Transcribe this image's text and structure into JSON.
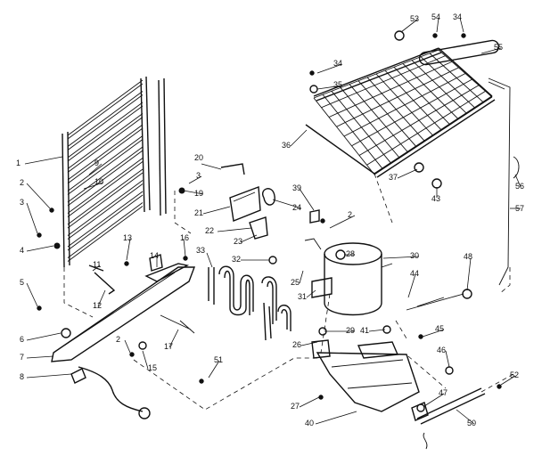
{
  "callouts": [
    {
      "id": "c1",
      "label": "1"
    },
    {
      "id": "c2a",
      "label": "2"
    },
    {
      "id": "c3a",
      "label": "3"
    },
    {
      "id": "c4",
      "label": "4"
    },
    {
      "id": "c5",
      "label": "5"
    },
    {
      "id": "c6",
      "label": "6"
    },
    {
      "id": "c7",
      "label": "7"
    },
    {
      "id": "c8",
      "label": "8"
    },
    {
      "id": "c9",
      "label": "9"
    },
    {
      "id": "c10",
      "label": "10"
    },
    {
      "id": "c11",
      "label": "11"
    },
    {
      "id": "c12",
      "label": "12"
    },
    {
      "id": "c13",
      "label": "13"
    },
    {
      "id": "c14",
      "label": "14"
    },
    {
      "id": "c15",
      "label": "15"
    },
    {
      "id": "c16",
      "label": "16"
    },
    {
      "id": "c17",
      "label": "17"
    },
    {
      "id": "c2b",
      "label": "2"
    },
    {
      "id": "c19",
      "label": "19"
    },
    {
      "id": "c20",
      "label": "20"
    },
    {
      "id": "c3b",
      "label": "3"
    },
    {
      "id": "c21",
      "label": "21"
    },
    {
      "id": "c22",
      "label": "22"
    },
    {
      "id": "c23",
      "label": "23"
    },
    {
      "id": "c24",
      "label": "24"
    },
    {
      "id": "c25",
      "label": "25"
    },
    {
      "id": "c26",
      "label": "26"
    },
    {
      "id": "c27",
      "label": "27"
    },
    {
      "id": "c28",
      "label": "28"
    },
    {
      "id": "c29",
      "label": "29"
    },
    {
      "id": "c30",
      "label": "30"
    },
    {
      "id": "c31",
      "label": "31"
    },
    {
      "id": "c32",
      "label": "32"
    },
    {
      "id": "c33",
      "label": "33"
    },
    {
      "id": "c34a",
      "label": "34"
    },
    {
      "id": "c35",
      "label": "35"
    },
    {
      "id": "c36",
      "label": "36"
    },
    {
      "id": "c37",
      "label": "37"
    },
    {
      "id": "c39",
      "label": "39"
    },
    {
      "id": "c2c",
      "label": "2"
    },
    {
      "id": "c40",
      "label": "40"
    },
    {
      "id": "c41",
      "label": "41"
    },
    {
      "id": "c43",
      "label": "43"
    },
    {
      "id": "c44",
      "label": "44"
    },
    {
      "id": "c45",
      "label": "45"
    },
    {
      "id": "c46",
      "label": "46"
    },
    {
      "id": "c47",
      "label": "47"
    },
    {
      "id": "c48",
      "label": "48"
    },
    {
      "id": "c50",
      "label": "50"
    },
    {
      "id": "c51",
      "label": "51"
    },
    {
      "id": "c52",
      "label": "52"
    },
    {
      "id": "c53",
      "label": "53"
    },
    {
      "id": "c54",
      "label": "54"
    },
    {
      "id": "c34b",
      "label": "34"
    },
    {
      "id": "c55",
      "label": "55"
    },
    {
      "id": "c56",
      "label": "56"
    },
    {
      "id": "c57",
      "label": "57"
    }
  ]
}
